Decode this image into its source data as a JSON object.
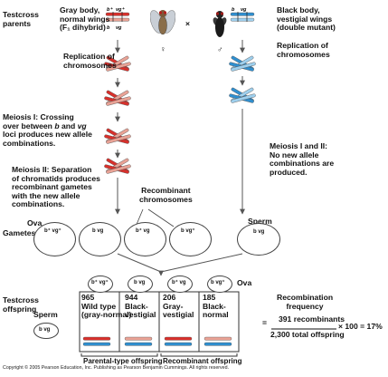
{
  "left": {
    "testcross_parents": [
      "Testcross",
      "parents"
    ],
    "gray_body": [
      "Gray body,",
      "normal wings",
      "(F₁ dihybrid)"
    ],
    "replication": [
      "Replication of",
      "chromosomes"
    ],
    "meiosis1": [
      "Meiosis I: Crossing",
      "over between b and vg",
      "loci produces new allele",
      "combinations."
    ],
    "meiosis2": [
      "Meiosis II: Separation",
      "of chromatids produces",
      "recombinant gametes",
      "with the new allele",
      "combinations."
    ],
    "female_symbol": "♀",
    "cross_symbol": "×"
  },
  "right": {
    "black_body": [
      "Black body,",
      "vestigial wings",
      "(double mutant)"
    ],
    "replication": [
      "Replication of",
      "chromosomes"
    ],
    "meiosis12": [
      "Meiosis I and II:",
      "No new allele",
      "combinations are",
      "produced."
    ],
    "male_symbol": "♂"
  },
  "gametes": {
    "recombinant_chromosomes": [
      "Recombinant",
      "chromosomes"
    ],
    "ova": "Ova",
    "gametes": "Gametes",
    "sperm": "Sperm",
    "ova_genotypes": [
      "b⁺ vg⁺",
      "b vg",
      "b⁺ vg",
      "b vg⁺"
    ],
    "sperm_genotype": "b vg"
  },
  "offspring": {
    "testcross_offspring": [
      "Testcross",
      "offspring"
    ],
    "sperm": "Sperm",
    "sperm_genotype": "b vg",
    "ova_label": "Ova",
    "ova_genotypes": [
      "b⁺ vg⁺",
      "b vg",
      "b⁺ vg",
      "b vg⁺"
    ],
    "counts": [
      {
        "n": "965",
        "line1": "Wild type",
        "line2": "(gray-normal)"
      },
      {
        "n": "944",
        "line1": "Black-",
        "line2": "vestigial"
      },
      {
        "n": "206",
        "line1": "Gray-",
        "line2": "vestigial"
      },
      {
        "n": "185",
        "line1": "Black-",
        "line2": "normal"
      }
    ],
    "parental_type": "Parental-type offspring",
    "recombinant": "Recombinant offspring"
  },
  "formula": {
    "title": [
      "Recombination",
      "frequency"
    ],
    "numerator": "391 recombinants",
    "denominator": "2,300 total offspring",
    "result": "× 100 = 17%",
    "equals": "="
  },
  "labels": {
    "allele_b_plus": "b⁺",
    "allele_vg_plus": "vg⁺",
    "allele_b": "b",
    "allele_vg": "vg"
  },
  "colors": {
    "red": "#d9302b",
    "pink": "#e9a295",
    "blue": "#2f8fd0",
    "light_blue": "#9fd0ee"
  },
  "copyright": "Copyright © 2005 Pearson Education, Inc. Publishing as Pearson Benjamin Cummings. All rights reserved."
}
